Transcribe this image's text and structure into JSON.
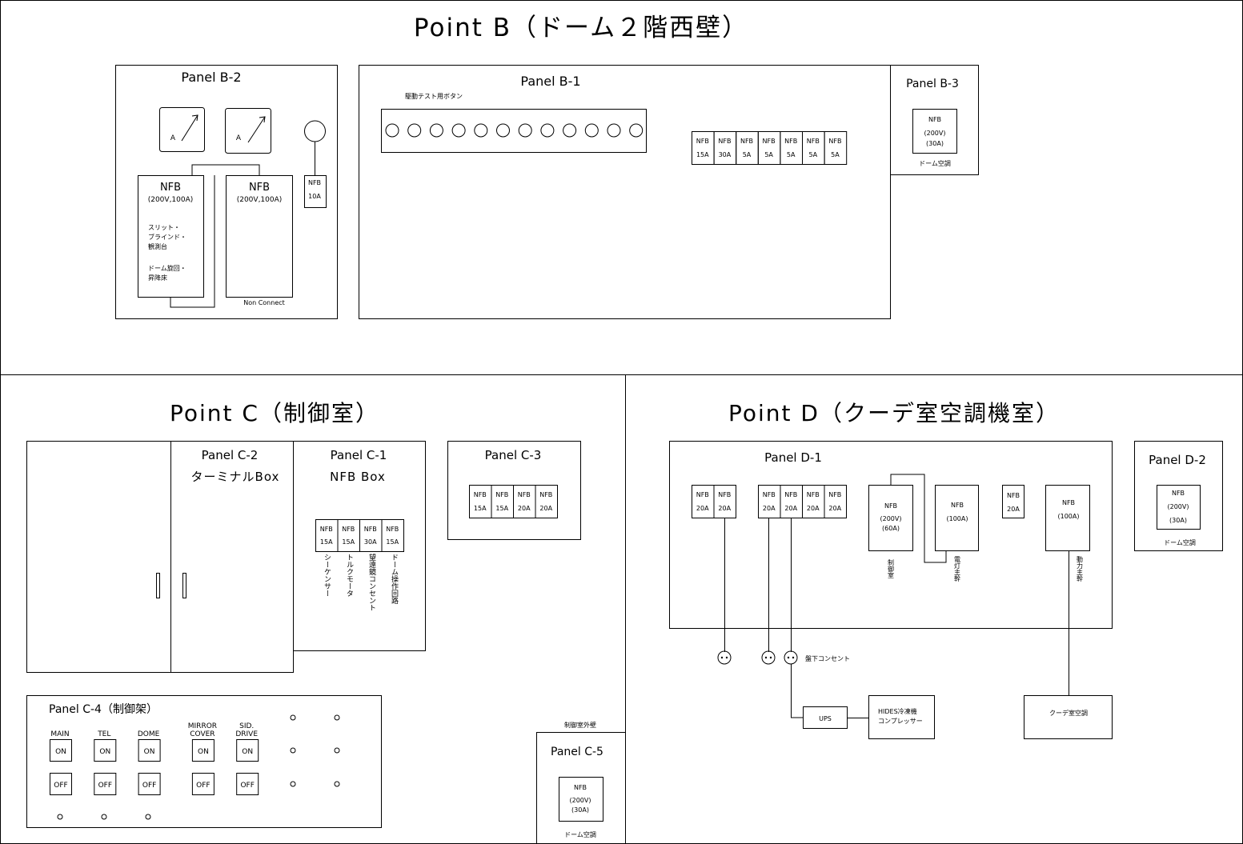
{
  "point_b": {
    "title": "Point B（ドーム２階西壁）",
    "panel_b2": {
      "title": "Panel B-2",
      "meter_label": "A",
      "nfb1": {
        "label": "NFB",
        "rating": "(200V,100A)",
        "note1": "スリット・",
        "note2": "ブラインド・",
        "note3": "観測台",
        "note4": "ドーム旋回・",
        "note5": "昇降床"
      },
      "nfb2": {
        "label": "NFB",
        "rating": "(200V,100A)"
      },
      "nfb3": {
        "label": "NFB",
        "rating": "10A"
      },
      "non_connect": "Non Connect"
    },
    "panel_b1": {
      "title": "Panel B-1",
      "button_caption": "駆動テスト用ボタン",
      "nfb_label": "NFB",
      "breakers": [
        "15A",
        "30A",
        "5A",
        "5A",
        "5A",
        "5A",
        "5A"
      ]
    },
    "panel_b3": {
      "title": "Panel B-3",
      "nfb": "NFB",
      "volt": "(200V)",
      "amp": "(30A)",
      "note": "ドーム空調"
    }
  },
  "point_c": {
    "title": "Point C（制御室）",
    "panel_c2": {
      "title": "Panel C-2",
      "subtitle": "ターミナルBox"
    },
    "panel_c1": {
      "title": "Panel C-1",
      "subtitle": "NFB Box",
      "nfb_label": "NFB",
      "breakers": [
        "15A",
        "15A",
        "30A",
        "15A"
      ],
      "notes": [
        "シーケンサー",
        "トルクモータ",
        "望遠鏡コンセント",
        "ドーム操作回路"
      ]
    },
    "panel_c3": {
      "title": "Panel C-3",
      "nfb_label": "NFB",
      "breakers": [
        "15A",
        "15A",
        "20A",
        "20A"
      ]
    },
    "panel_c4": {
      "title": "Panel C-4（制御架）",
      "switches": [
        {
          "label": "MAIN",
          "on": "ON",
          "off": "OFF"
        },
        {
          "label": "TEL",
          "on": "ON",
          "off": "OFF"
        },
        {
          "label": "DOME",
          "on": "ON",
          "off": "OFF"
        },
        {
          "label": "MIRROR\nCOVER",
          "on": "ON",
          "off": "OFF"
        },
        {
          "label": "SID.\nDRIVE",
          "on": "ON",
          "off": "OFF"
        }
      ]
    },
    "panel_c5": {
      "caption": "制御室外壁",
      "title": "Panel C-5",
      "nfb": "NFB",
      "volt": "(200V)",
      "amp": "(30A)",
      "note": "ドーム空調"
    }
  },
  "point_d": {
    "title": "Point D（クーデ室空調機室）",
    "panel_d1": {
      "title": "Panel D-1",
      "nfb_label": "NFB",
      "group1": [
        "20A",
        "20A"
      ],
      "group2": [
        "20A",
        "20A",
        "20A",
        "20A"
      ],
      "single": "20A",
      "big1": {
        "label": "NFB",
        "volt": "(200V)",
        "amp": "(60A)",
        "note": "制御室"
      },
      "big2": {
        "label": "NFB",
        "amp": "(100A)",
        "note": "電灯主幹"
      },
      "big3": {
        "label": "NFB",
        "amp": "(100A)",
        "note": "動力主幹"
      }
    },
    "panel_d2": {
      "title": "Panel D-2",
      "nfb": "NFB",
      "volt": "(200V)",
      "amp": "(30A)",
      "note": "ドーム空調"
    },
    "outlet_label": "盤下コンセント",
    "ups": "UPS",
    "hides1": "HIDES冷凍機",
    "hides2": "コンプレッサー",
    "coude_ac": "クーデ室空調"
  }
}
